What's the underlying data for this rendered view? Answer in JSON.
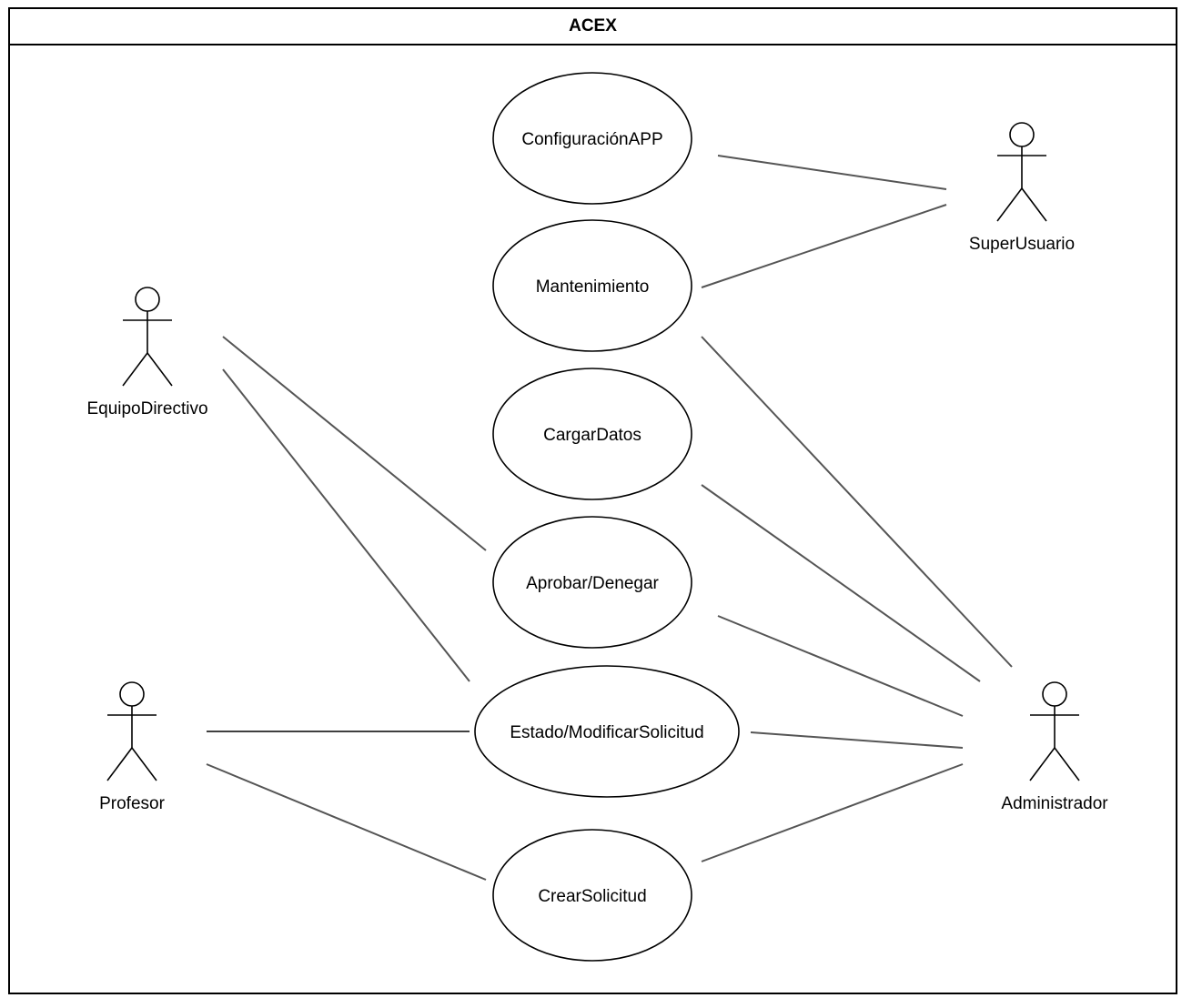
{
  "diagram": {
    "type": "uml-use-case",
    "system_title": "ACEX",
    "use_cases": [
      {
        "id": "configuracionapp",
        "label": "ConfiguraciónAPP"
      },
      {
        "id": "mantenimiento",
        "label": "Mantenimiento"
      },
      {
        "id": "cargardatos",
        "label": "CargarDatos"
      },
      {
        "id": "aprobar",
        "label": "Aprobar/Denegar"
      },
      {
        "id": "estado",
        "label": "Estado/ModificarSolicitud"
      },
      {
        "id": "crear",
        "label": "CrearSolicitud"
      }
    ],
    "actors": [
      {
        "id": "superusuario",
        "label": "SuperUsuario"
      },
      {
        "id": "equipodirectivo",
        "label": "EquipoDirectivo"
      },
      {
        "id": "profesor",
        "label": "Profesor"
      },
      {
        "id": "administrador",
        "label": "Administrador"
      }
    ],
    "associations": [
      {
        "from": "configuracionapp",
        "to": "superusuario"
      },
      {
        "from": "mantenimiento",
        "to": "superusuario"
      },
      {
        "from": "mantenimiento",
        "to": "administrador"
      },
      {
        "from": "cargardatos",
        "to": "administrador"
      },
      {
        "from": "aprobar",
        "to": "administrador"
      },
      {
        "from": "estado",
        "to": "administrador"
      },
      {
        "from": "crear",
        "to": "administrador"
      },
      {
        "from": "equipodirectivo",
        "to": "aprobar"
      },
      {
        "from": "equipodirectivo",
        "to": "estado"
      },
      {
        "from": "profesor",
        "to": "estado"
      },
      {
        "from": "profesor",
        "to": "crear"
      }
    ]
  }
}
